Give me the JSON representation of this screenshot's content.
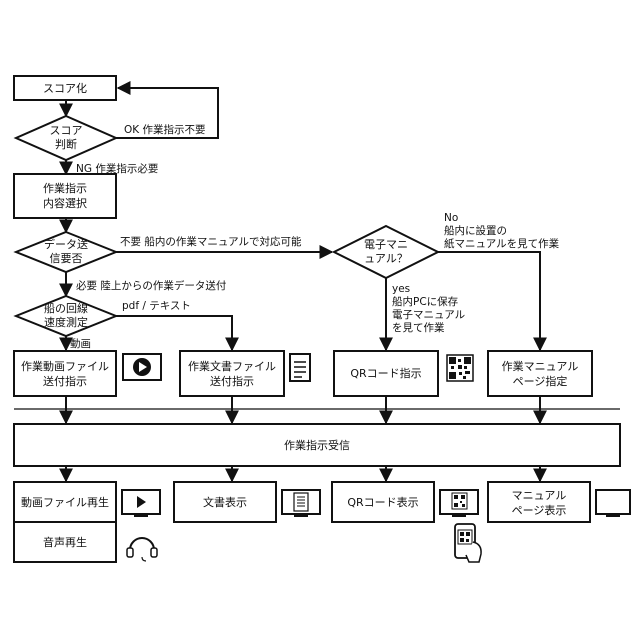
{
  "nodes": {
    "score": "スコア化",
    "score_judge": [
      "スコア",
      "判断"
    ],
    "select": [
      "作業指示",
      "内容選択"
    ],
    "data_need": [
      "データ送",
      "信要否"
    ],
    "bandwidth": [
      "船の回線",
      "速度測定"
    ],
    "e_manual": [
      "電子マニ",
      "ュアル？"
    ],
    "video_send": [
      "作業動画ファイル",
      "送付指示"
    ],
    "doc_send": [
      "作業文書ファイル",
      "送付指示"
    ],
    "qr_inst": "QRコード指示",
    "manual_page": [
      "作業マニュアル",
      "ページ指定"
    ],
    "receive": "作業指示受信",
    "video_play": "動画ファイル再生",
    "audio_play": "音声再生",
    "doc_disp": "文書表示",
    "qr_disp": "QRコード表示",
    "manual_disp": [
      "マニュアル",
      "ページ表示"
    ]
  },
  "labels": {
    "ok": "OK 作業指示不要",
    "ng": "NG 作業指示必要",
    "not_needed": "不要 船内の作業マニュアルで対応可能",
    "needed": "必要 陸上からの作業データ送付",
    "video": "動画",
    "pdf": "pdf / テキスト",
    "no_branch": [
      "No",
      "船内に設置の",
      "紙マニュアルを見て作業"
    ],
    "yes_branch": [
      "yes",
      "船内PCに保存",
      "電子マニュアル",
      "を見て作業"
    ]
  }
}
